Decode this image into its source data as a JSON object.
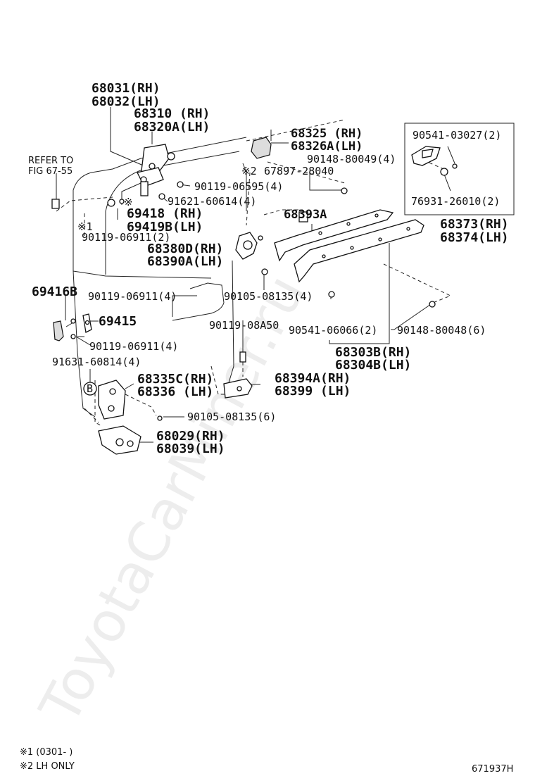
{
  "diagram_id": "671937H",
  "watermark": "ToyotaCarMiner.ru",
  "refer": {
    "line1": "REFER TO",
    "line2": "FIG  67-55"
  },
  "notes": {
    "n1": "※1 (0301-      )",
    "n2": "※2 LH ONLY"
  },
  "marks": {
    "m1": "※1",
    "m2": "※",
    "m3": "※2",
    "circle_b": "B"
  },
  "labels": {
    "p68031": "68031(RH)",
    "p68032": "68032(LH)",
    "p68310": "68310  (RH)",
    "p68320A": "68320A(LH)",
    "p68325": "68325  (RH)",
    "p68326A": "68326A(LH)",
    "p90148_80049": "90148-80049(4)",
    "p67897": "67897-28040",
    "p90119_06595": "90119-06595(4)",
    "p91621": "91621-60614(4)",
    "p69418": "69418  (RH)",
    "p69419B": "69419B(LH)",
    "p90119_06911_2": "90119-06911(2)",
    "p68393A": "68393A",
    "p68380D": "68380D(RH)",
    "p68390A": "68390A(LH)",
    "p69416B": "69416B",
    "p90119_06911_4a": "90119-06911(4)",
    "p90105_08135_4": "90105-08135(4)",
    "p69415": "69415",
    "p90119_08A50": "90119-08A50",
    "p90119_06911_4b": "90119-06911(4)",
    "p90541_06066": "90541-06066(2)",
    "p90148_80048": "90148-80048(6)",
    "p91631": "91631-60814(4)",
    "p68303B": "68303B(RH)",
    "p68304B": "68304B(LH)",
    "p68335C": "68335C(RH)",
    "p68336": "68336  (LH)",
    "p68394A": "68394A(RH)",
    "p68399": "68399  (LH)",
    "p90105_08135_6": "90105-08135(6)",
    "p68029": "68029(RH)",
    "p68039": "68039(LH)",
    "p90541_03027": "90541-03027(2)",
    "p76931": "76931-26010(2)",
    "p68373": "68373(RH)",
    "p68374": "68374(LH)"
  }
}
